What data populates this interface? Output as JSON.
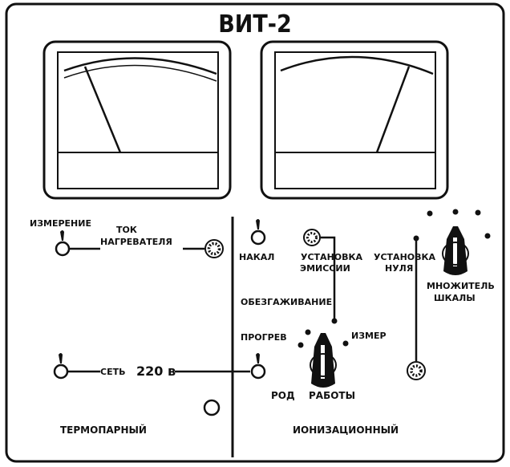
{
  "title": "ВИТ-2",
  "labels": {
    "izmerenie": "ИЗМЕРЕНИЕ",
    "tok": "ТОК",
    "nagrevatelya": "НАГРЕВАТЕЛЯ",
    "set": "СЕТЬ",
    "voltage": "220 в",
    "termoparny": "ТЕРМОПАРНЫЙ",
    "nakal": "НАКАЛ",
    "ustanovka_emissii_1": "УСТАНОВКА",
    "ustanovka_emissii_2": "ЭМИССИИ",
    "ustanovka_nulya_1": "УСТАНОВКА",
    "ustanovka_nulya_2": "НУЛЯ",
    "mnozhitel_1": "МНОЖИТЕЛЬ",
    "mnozhitel_2": "ШКАЛЫ",
    "obezgazhivanie": "ОБЕЗГАЖИВАНИЕ",
    "progrev": "ПРОГРЕВ",
    "izmer": "ИЗМЕР",
    "rod": "РОД",
    "raboty": "РАБОТЫ",
    "ionizatsionny": "ИОНИЗАЦИОННЫЙ"
  },
  "colors": {
    "ink": "#111111",
    "paper": "#ffffff"
  }
}
